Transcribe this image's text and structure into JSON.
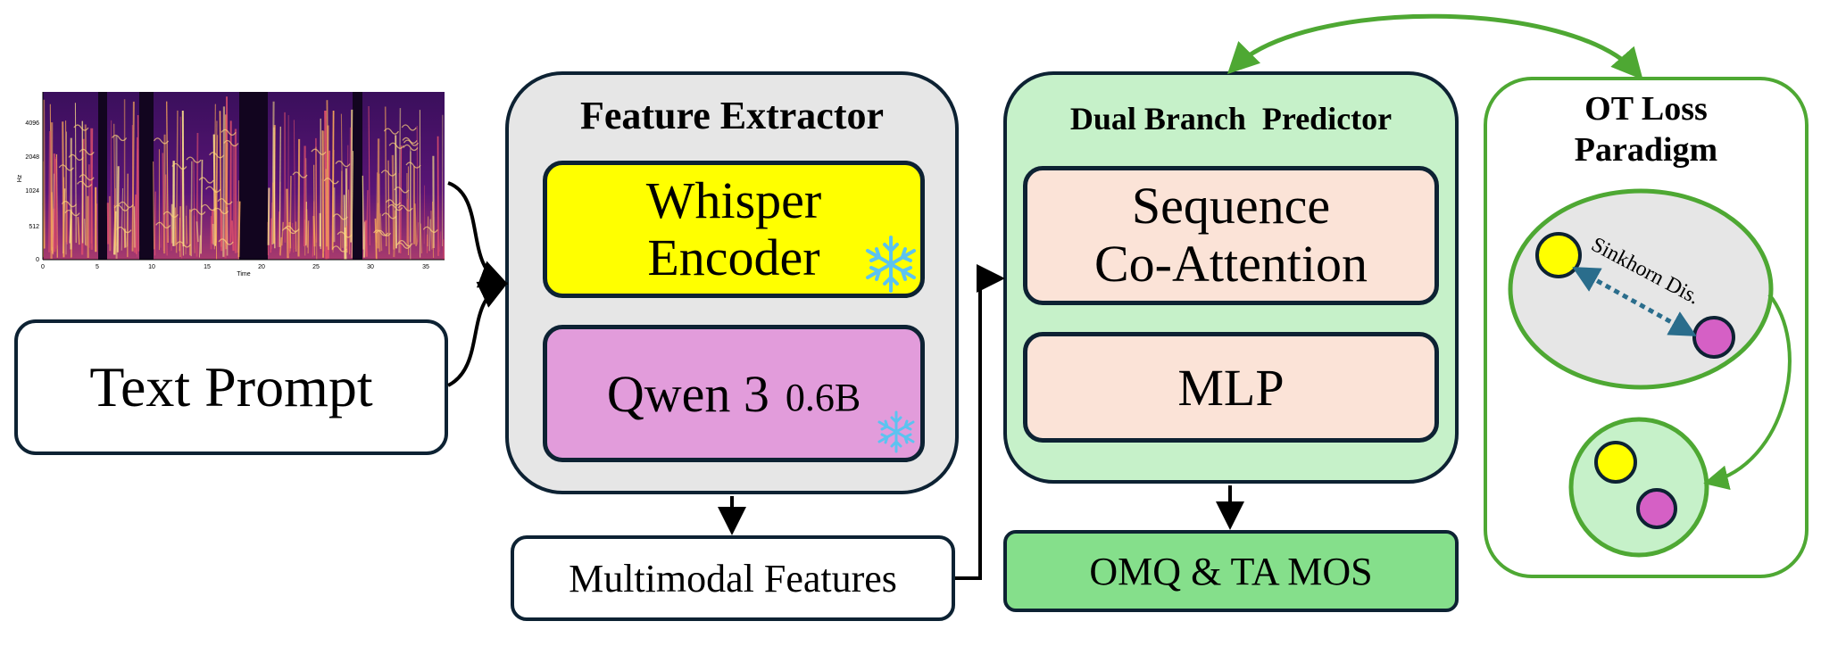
{
  "spectrogram": {
    "y_ticks": [
      "4096",
      "2048",
      "1024",
      "512",
      "0"
    ],
    "x_ticks": [
      "0",
      "5",
      "10",
      "15",
      "20",
      "25",
      "30",
      "35"
    ],
    "y_axis_label": "Hz",
    "x_axis_label": "Time"
  },
  "text_prompt": {
    "label": "Text Prompt"
  },
  "feature_extractor": {
    "title": "Feature Extractor",
    "whisper": {
      "line1": "Whisper",
      "line2": "Encoder"
    },
    "qwen": {
      "name": "Qwen 3",
      "size": "0.6B"
    }
  },
  "multimodal_features": {
    "label": "Multimodal Features"
  },
  "dual_branch": {
    "title": "Dual Branch  Predictor",
    "sequence": {
      "line1": "Sequence",
      "line2": "Co-Attention"
    },
    "mlp": {
      "label": "MLP"
    }
  },
  "output": {
    "label": "OMQ & TA MOS"
  },
  "ot_loss": {
    "title_line1": "OT Loss",
    "title_line2": "Paradigm",
    "distance_label": "Sinkhorn Dis."
  },
  "colors": {
    "whisper_fill": "#ffff00",
    "qwen_fill": "#e29cdb",
    "extractor_fill": "#e6e6e6",
    "predictor_fill": "#c6f1c9",
    "module_fill": "#fbe3d7",
    "output_fill": "#85df8b",
    "arrow_green": "#4ea833",
    "border_dark": "#0d2233",
    "dot_yellow": "#ffff00",
    "dot_pink": "#d560c5",
    "dashed_arrow": "#2a6d8c",
    "snowflake": "#5cc3f0"
  }
}
